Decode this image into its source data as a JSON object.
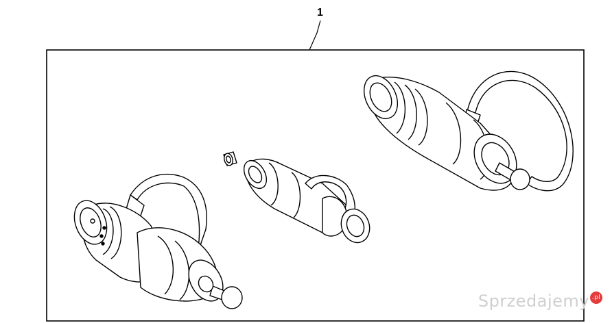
{
  "diagram": {
    "callout_number": "1"
  },
  "watermark": {
    "text": "Sprzedajemy",
    "badge": ".pl"
  },
  "parts": [
    {
      "name": "coupler-with-dust-cap-left"
    },
    {
      "name": "small-bushing"
    },
    {
      "name": "nipple-with-dust-plug-center"
    },
    {
      "name": "coupler-with-dust-cap-right"
    }
  ]
}
